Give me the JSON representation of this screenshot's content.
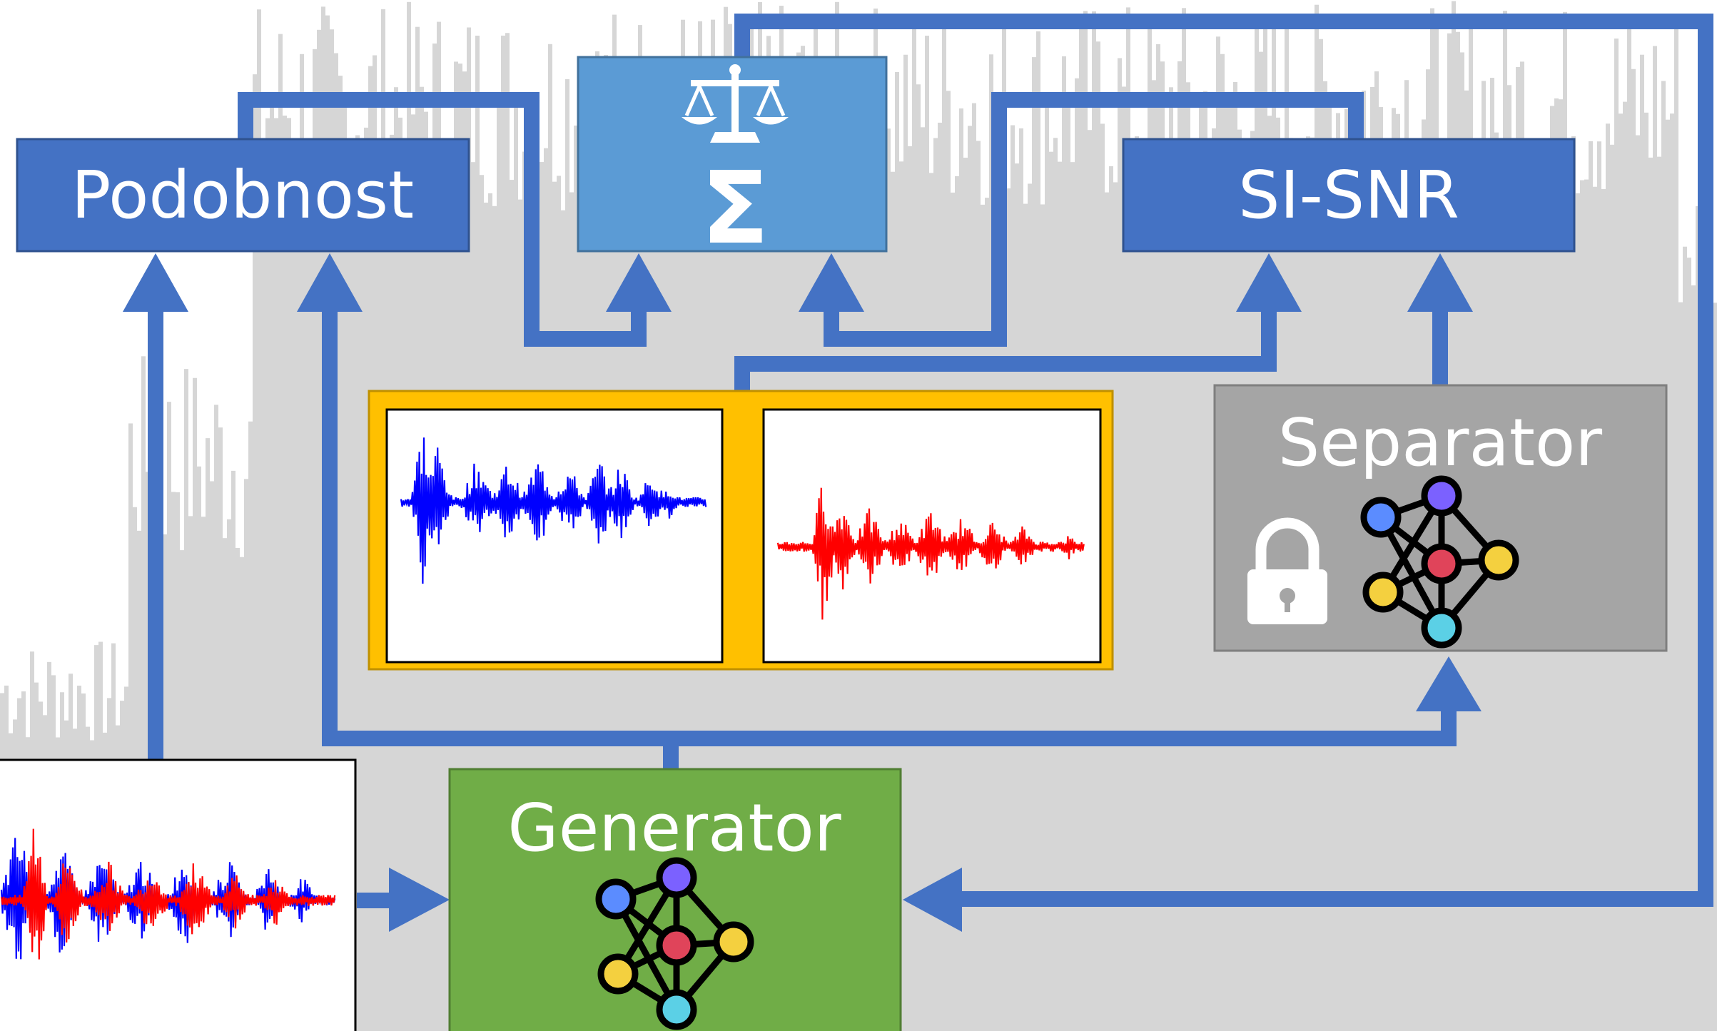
{
  "diagram": {
    "nodes": {
      "podobnost": {
        "label": "Podobnost"
      },
      "sum": {
        "label": "Σ",
        "icons": [
          "scales-icon"
        ]
      },
      "sisnr": {
        "label": "SI-SNR"
      },
      "separator": {
        "label": "Separator",
        "icons": [
          "lock-icon",
          "neural-network-icon"
        ]
      },
      "generator": {
        "label": "Generator",
        "icons": [
          "neural-network-icon"
        ]
      },
      "separated_sources": {
        "panels": [
          "blue-waveform",
          "red-waveform"
        ]
      },
      "mixture": {
        "panels": [
          "overlaid-blue-red-waveform"
        ]
      }
    },
    "colors": {
      "arrow": "#4472C4",
      "box_dark_blue": "#4472C4",
      "box_light_blue": "#5B9BD5",
      "separator_gray": "#A5A5A5",
      "generator_green": "#70AD47",
      "sources_frame": "#FFC000",
      "background_bars": "#D6D6D6",
      "waveform_blue": "#0000FF",
      "waveform_red": "#FF0000",
      "node_blue": "#5B8CFF",
      "node_purple": "#7B61FF",
      "node_red": "#E0445A",
      "node_yellow": "#F4D03F",
      "node_cyan": "#5BD0E6"
    }
  }
}
